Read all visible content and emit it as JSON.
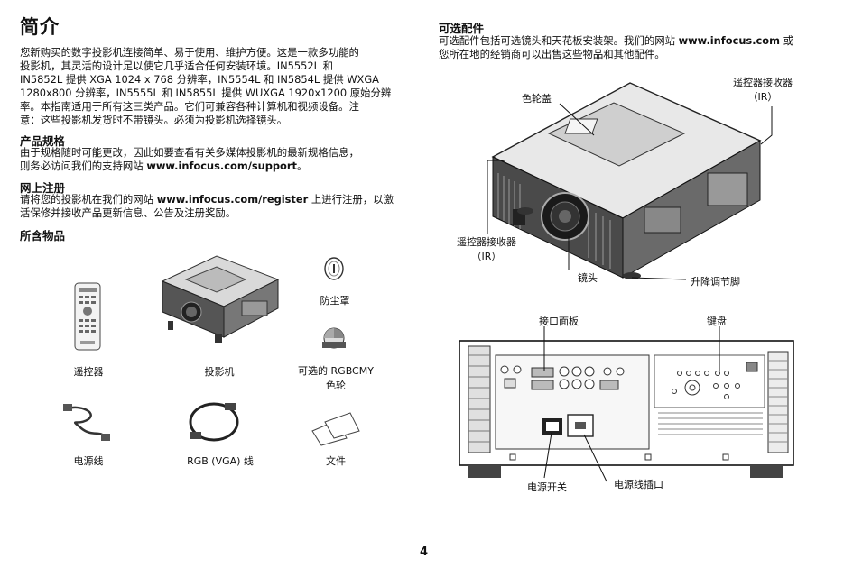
{
  "left": {
    "title": "简介",
    "intro": [
      "您新购买的数字投影机连接简单、易于使用、维护方便。这是一款多功能的",
      "投影机，其灵活的设计足以使它几乎适合任何安装环境。IN5552L 和",
      "IN5852L 提供 XGA 1024 x 768 分辨率，IN5554L 和 IN5854L 提供 WXGA",
      "1280x800 分辨率，IN5555L 和 IN5855L 提供 WUXGA 1920x1200 原始分辨",
      "率。本指南适用于所有这三类产品。它们可兼容各种计算机和视频设备。注",
      "意：这些投影机发货时不带镜头。必须为投影机选择镜头。"
    ],
    "specs_heading": "产品规格",
    "specs_text": [
      "由于规格随时可能更改，因此如要查看有关多媒体投影机的最新规格信息，",
      "则务必访问我们的支持网站 ",
      "www.infocus.com/support",
      "。"
    ],
    "reg_heading": "网上注册",
    "reg_text": [
      "请将您的投影机在我们的网站 ",
      "www.infocus.com/register",
      " 上进行注册，以激",
      "活保修并接收产品更新信息、公告及注册奖励。"
    ],
    "box_heading": "所含物品",
    "items": {
      "remote": "遥控器",
      "projector": "投影机",
      "dust_cover": "防尘罩",
      "color_wheel": [
        "可选的 RGBCMY",
        "色轮"
      ],
      "power_cord": "电源线",
      "vga_cable": "RGB (VGA) 线",
      "docs": "文件"
    }
  },
  "right": {
    "acc_heading": "可选配件",
    "acc_text": [
      "可选配件包括可选镜头和天花板安装架。我们的网站 ",
      "www.infocus.com",
      " 或",
      "您所在地的经销商可以出售这些物品和其他配件。"
    ],
    "callouts": {
      "wheel_cover": "色轮盖",
      "ir_top": [
        "遥控器接收器",
        "（IR）"
      ],
      "ir_front": [
        "遥控器接收器",
        "（IR）"
      ],
      "lens": "镜头",
      "feet": "升降调节脚",
      "io_panel": "接口面板",
      "keypad": "键盘",
      "power_switch": "电源开关",
      "power_socket": "电源线插口"
    }
  },
  "page_number": "4"
}
